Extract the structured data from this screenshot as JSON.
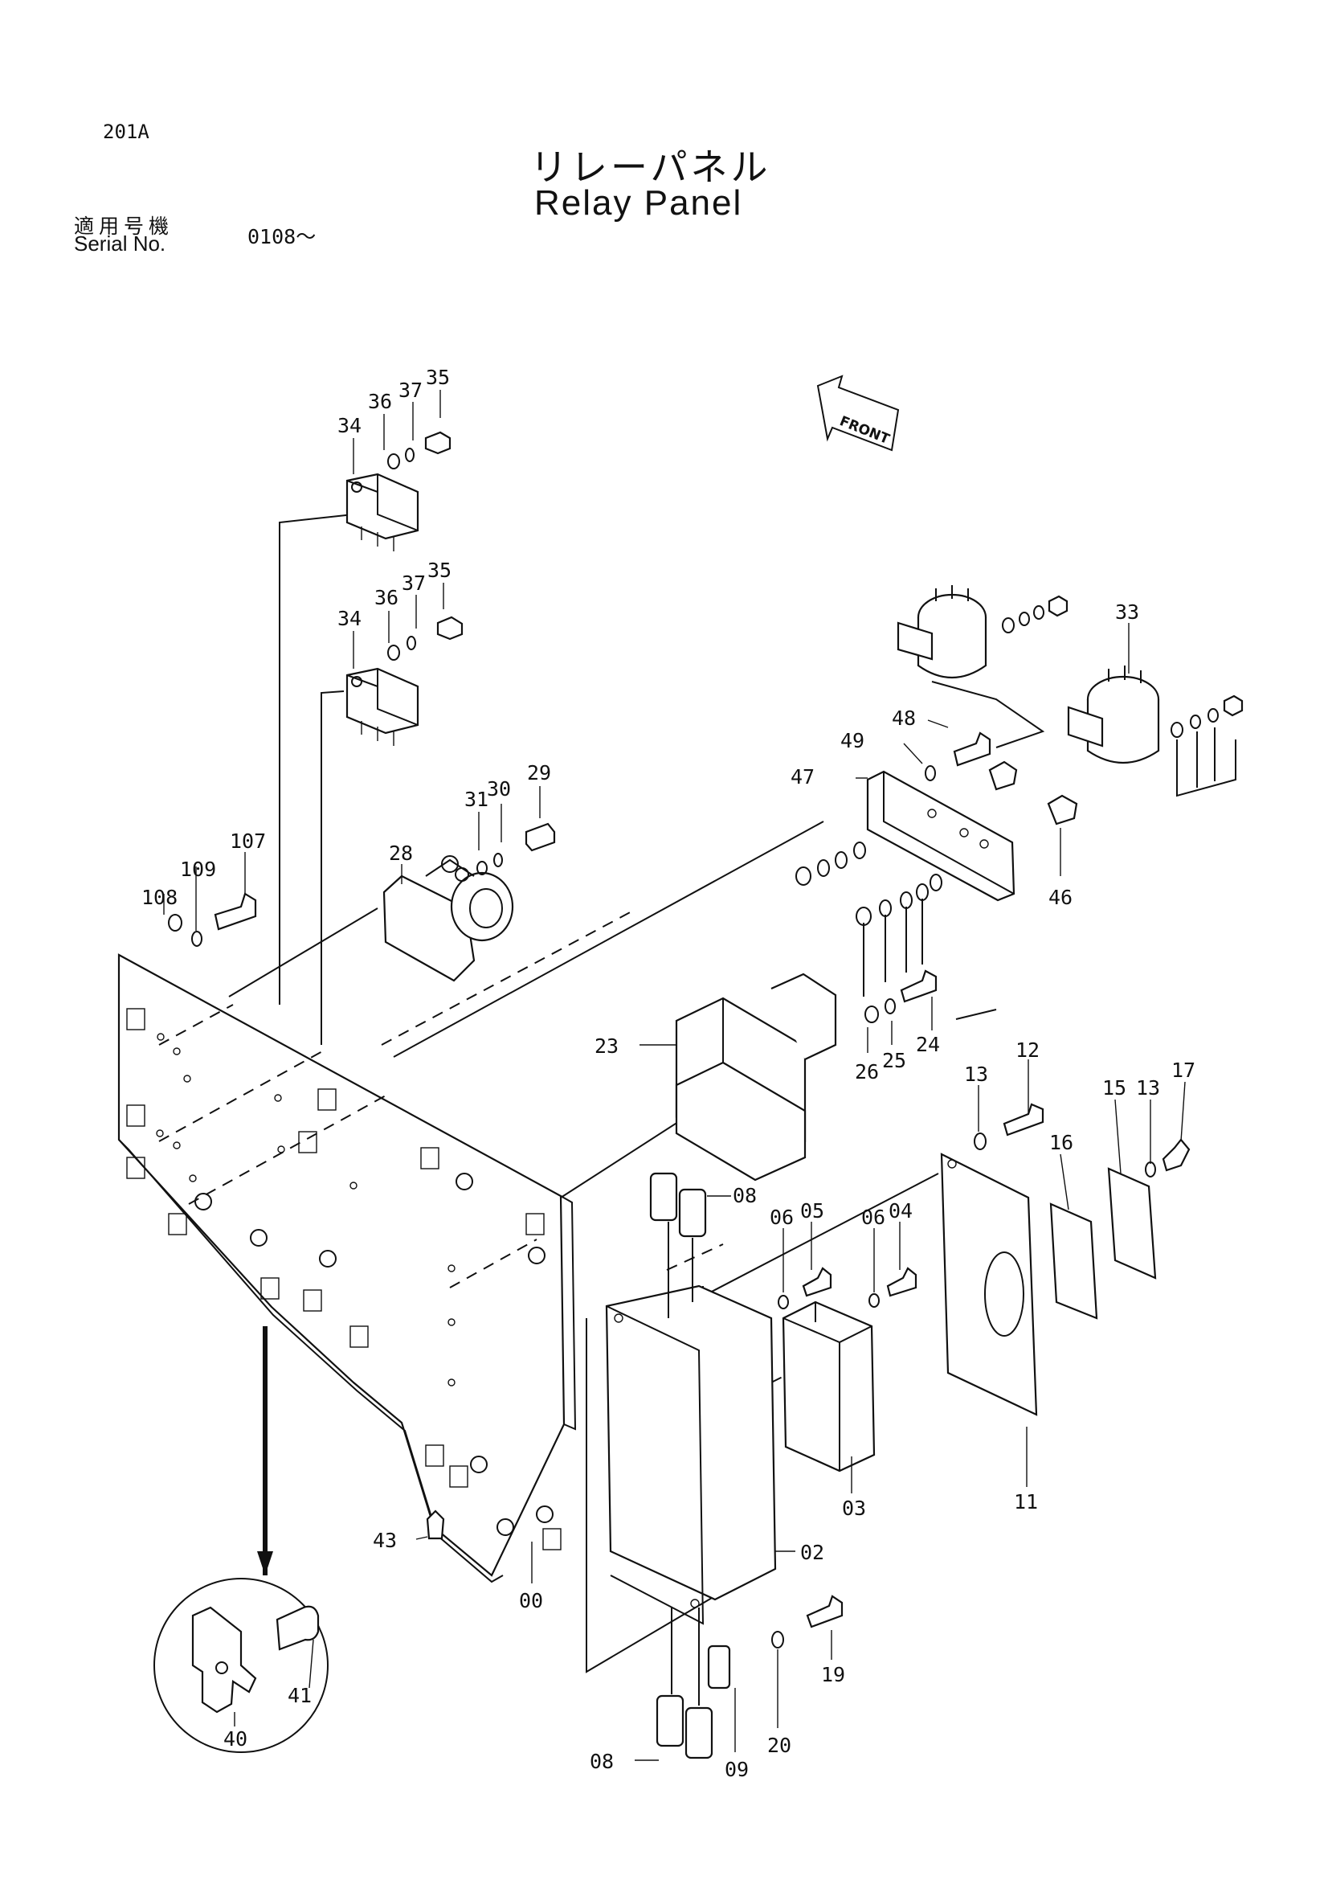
{
  "header": {
    "page_code": "201A",
    "title_jp": "リレーパネル",
    "title_en": "Relay Panel",
    "serial_label_jp": "適用号機",
    "serial_label_en": "Serial No.",
    "serial_value": "0108～"
  },
  "front_marker": "FRONT",
  "callouts": [
    "35",
    "37",
    "36",
    "34",
    "35",
    "37",
    "36",
    "34",
    "33",
    "48",
    "49",
    "47",
    "46",
    "29",
    "30",
    "31",
    "28",
    "107",
    "109",
    "108",
    "24",
    "25",
    "26",
    "23",
    "12",
    "13",
    "17",
    "13",
    "15",
    "16",
    "08",
    "05",
    "04",
    "06",
    "06",
    "03",
    "11",
    "02",
    "00",
    "43",
    "41",
    "40",
    "08",
    "09",
    "20",
    "19"
  ]
}
